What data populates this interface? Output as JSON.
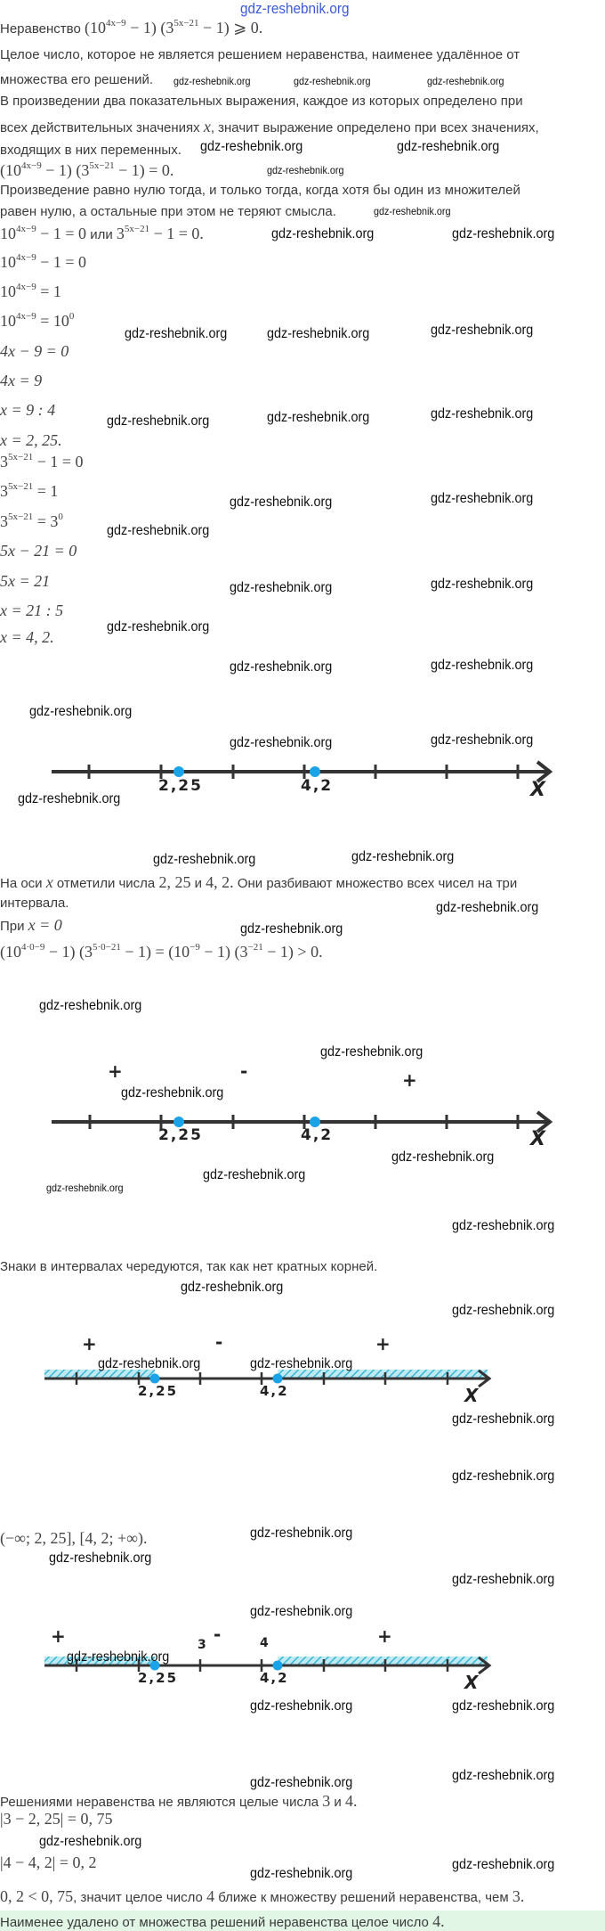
{
  "watermark": "gdz-reshebnik.org",
  "lines": {
    "l1": [
      {
        "t": "Неравенство "
      },
      {
        "m": "(10"
      },
      {
        "s": "4x−9"
      },
      {
        "m": " − 1) (3"
      },
      {
        "s": "5x−21"
      },
      {
        "m": " − 1)  ⩾  0."
      }
    ],
    "l2": [
      {
        "t": "Целое число, которое не является решением неравенства, наименее удалённое от"
      }
    ],
    "l3": [
      {
        "t": "множества его решений."
      }
    ],
    "l4": [
      {
        "t": "В произведении два показательных выражения, каждое из которых определено при"
      }
    ],
    "l5": [
      {
        "t": "всех действительных значениях "
      },
      {
        "mi": "x"
      },
      {
        "t": ", значит выражение определено при всех значениях,"
      }
    ],
    "l6": [
      {
        "t": "входящих в них переменных."
      }
    ],
    "l7": [
      {
        "m": "(10"
      },
      {
        "s": "4x−9"
      },
      {
        "m": " − 1) (3"
      },
      {
        "s": "5x−21"
      },
      {
        "m": " − 1) = 0."
      }
    ],
    "l8": [
      {
        "t": "Произведение равно нулю тогда, и только тогда, когда хотя бы один из множителей"
      }
    ],
    "l9": [
      {
        "t": "равен нулю, а остальные при этом не теряют смысла."
      }
    ],
    "l10": [
      {
        "m": "10"
      },
      {
        "s": "4x−9"
      },
      {
        "m": " − 1 = 0"
      },
      {
        "t": " или "
      },
      {
        "m": "3"
      },
      {
        "s": "5x−21"
      },
      {
        "m": " − 1 = 0."
      }
    ],
    "l11": [
      {
        "m": "10"
      },
      {
        "s": "4x−9"
      },
      {
        "m": " − 1 = 0"
      }
    ],
    "l12": [
      {
        "m": "10"
      },
      {
        "s": "4x−9"
      },
      {
        "m": " = 1"
      }
    ],
    "l13": [
      {
        "m": "10"
      },
      {
        "s": "4x−9"
      },
      {
        "m": " = 10"
      },
      {
        "s": "0"
      }
    ],
    "l14": [
      {
        "mi": "4x − 9 = 0"
      }
    ],
    "l15": [
      {
        "mi": "4x = 9"
      }
    ],
    "l16": [
      {
        "mi": "x = 9 : 4"
      }
    ],
    "l17": [
      {
        "mi": "x = 2, 25."
      }
    ],
    "l18": [
      {
        "m": "3"
      },
      {
        "s": "5x−21"
      },
      {
        "m": " − 1 = 0"
      }
    ],
    "l19": [
      {
        "m": "3"
      },
      {
        "s": "5x−21"
      },
      {
        "m": " = 1"
      }
    ],
    "l20": [
      {
        "m": "3"
      },
      {
        "s": "5x−21"
      },
      {
        "m": " = 3"
      },
      {
        "s": "0"
      }
    ],
    "l21": [
      {
        "mi": "5x − 21 = 0"
      }
    ],
    "l22": [
      {
        "mi": "5x = 21"
      }
    ],
    "l23": [
      {
        "mi": "x = 21 : 5"
      }
    ],
    "l24": [
      {
        "mi": "x = 4, 2."
      }
    ],
    "l25": [
      {
        "t": "На оси "
      },
      {
        "mi": "x"
      },
      {
        "t": " отметили числа "
      },
      {
        "m": "2, 25"
      },
      {
        "t": " и "
      },
      {
        "m": "4, 2."
      },
      {
        "t": " Они разбивают множество всех чисел на три"
      }
    ],
    "l26": [
      {
        "t": "интервала."
      }
    ],
    "l27": [
      {
        "t": "При "
      },
      {
        "mi": "x = 0"
      }
    ],
    "l28": [
      {
        "m": "(10"
      },
      {
        "s": "4·0−9"
      },
      {
        "m": " − 1) (3"
      },
      {
        "s": "5·0−21"
      },
      {
        "m": " − 1) = (10"
      },
      {
        "s": "−9"
      },
      {
        "m": " − 1) (3"
      },
      {
        "s": "−21"
      },
      {
        "m": " − 1)  > 0."
      }
    ],
    "l29": [
      {
        "t": "Знаки в интервалах чередуются, так как нет кратных корней."
      }
    ],
    "l30": [
      {
        "m": "(−∞;  2, 25], [4, 2;  +∞)."
      }
    ],
    "l31": [
      {
        "t": "Решениями неравенства не являются целые числа "
      },
      {
        "m": "3"
      },
      {
        "t": " и "
      },
      {
        "m": "4."
      }
    ],
    "l32": [
      {
        "m": "|3 − 2, 25| = 0, 75"
      }
    ],
    "l33": [
      {
        "m": "|4 − 4, 2| = 0, 2"
      }
    ],
    "l34": [
      {
        "m": "0, 2  <  0, 75"
      },
      {
        "t": ", значит целое число "
      },
      {
        "m": "4"
      },
      {
        "t": " ближе к множеству решений неравенства, чем "
      },
      {
        "m": "3."
      }
    ],
    "l35": [
      {
        "t": "Наименее удалено от множества решений неравенства целое число "
      },
      {
        "m": "4."
      }
    ]
  },
  "numberline": {
    "root1": "2,25",
    "root2": "4,2",
    "axis": "X",
    "plus": "+",
    "minus": "-",
    "int3": "3",
    "int4": "4"
  },
  "colors": {
    "point": "#1aa3e8",
    "hatch": "#39b7d6",
    "answer_bg": "#e2f6e6",
    "watermark_top": "#3b5bd9"
  }
}
